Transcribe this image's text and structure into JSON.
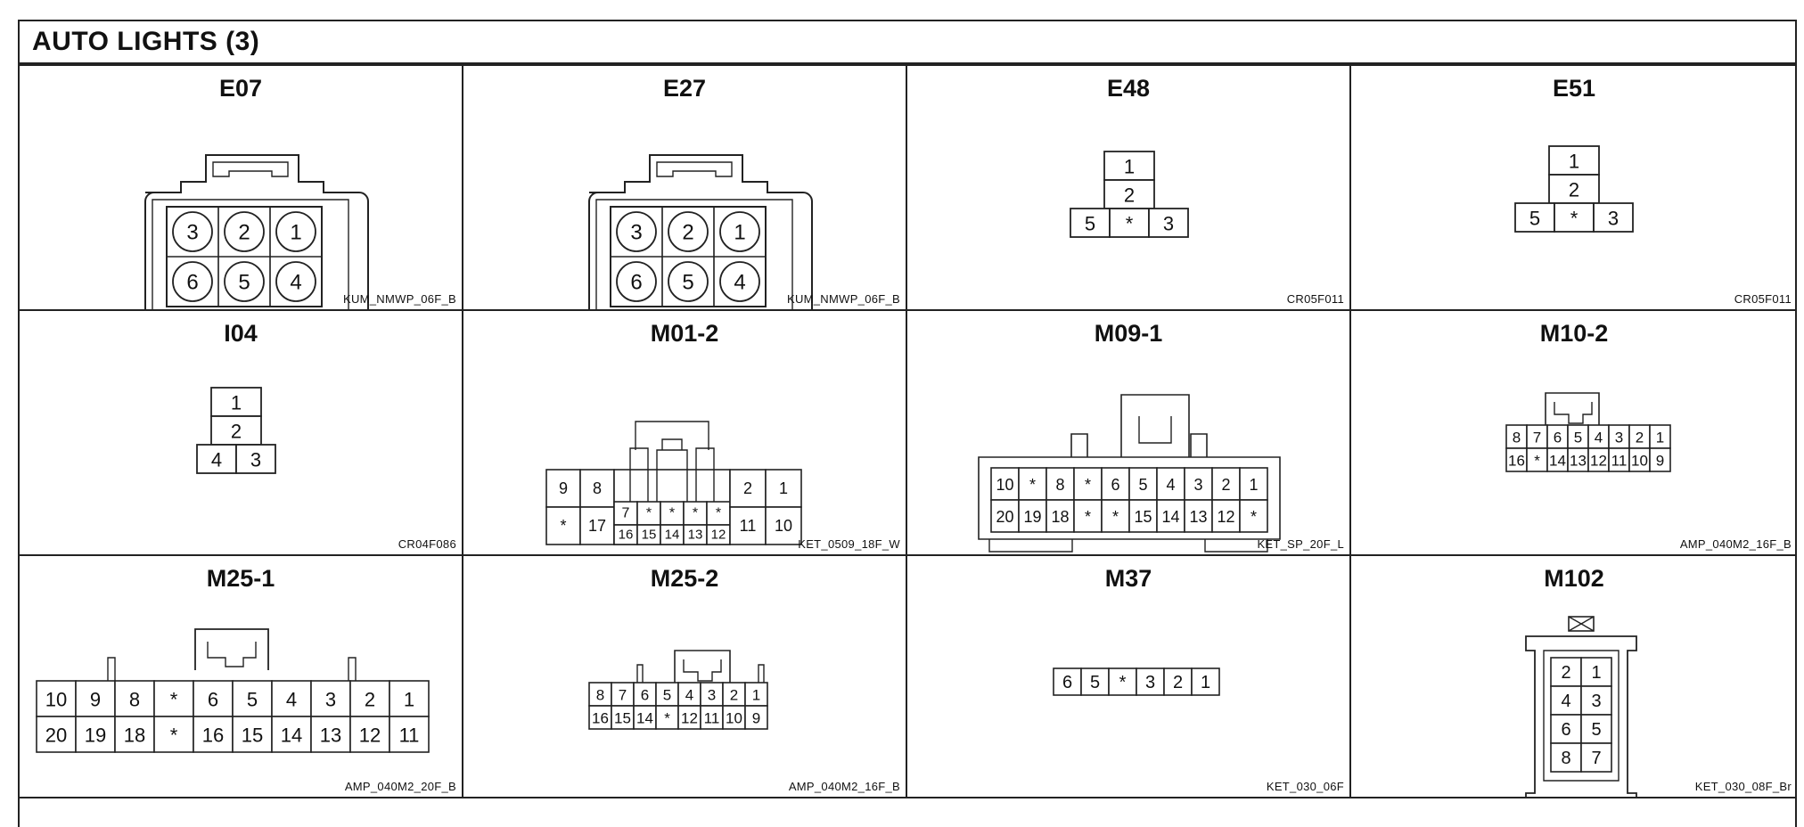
{
  "page_title": "AUTO LIGHTS (3)",
  "connectors": [
    {
      "name": "E07",
      "code": "KUM_NMWP_06F_B",
      "type": "round6",
      "pins": [
        [
          "3",
          "2",
          "1"
        ],
        [
          "6",
          "5",
          "4"
        ]
      ]
    },
    {
      "name": "E27",
      "code": "KUM_NMWP_06F_B",
      "type": "round6",
      "pins": [
        [
          "3",
          "2",
          "1"
        ],
        [
          "6",
          "5",
          "4"
        ]
      ]
    },
    {
      "name": "E48",
      "code": "CR05F011",
      "type": "stack5",
      "pins": [
        [
          "1"
        ],
        [
          "2"
        ],
        [
          "5",
          "*",
          "3"
        ]
      ]
    },
    {
      "name": "E51",
      "code": "CR05F011",
      "type": "stack5",
      "pins": [
        [
          "1"
        ],
        [
          "2"
        ],
        [
          "5",
          "*",
          "3"
        ]
      ]
    },
    {
      "name": "I04",
      "code": "CR04F086",
      "type": "stack4",
      "pins": [
        [
          "1"
        ],
        [
          "2"
        ],
        [
          "4",
          "3"
        ]
      ]
    },
    {
      "name": "M01-2",
      "code": "KET_0509_18F_W",
      "type": "m01",
      "pins": {
        "left_top": [
          "9",
          "8"
        ],
        "left_bot": [
          "*",
          "17"
        ],
        "mid_top": [
          "7",
          "*",
          "*",
          "*",
          "*"
        ],
        "mid_bot": [
          "16",
          "15",
          "14",
          "13",
          "12"
        ],
        "right_top": [
          "2",
          "1"
        ],
        "right_bot": [
          "11",
          "10"
        ]
      }
    },
    {
      "name": "M09-1",
      "code": "KET_SP_20F_L",
      "type": "grid",
      "pins": [
        [
          "10",
          "*",
          "8",
          "*",
          "6",
          "5",
          "4",
          "3",
          "2",
          "1"
        ],
        [
          "20",
          "19",
          "18",
          "*",
          "*",
          "15",
          "14",
          "13",
          "12",
          "*"
        ]
      ]
    },
    {
      "name": "M10-2",
      "code": "AMP_040M2_16F_B",
      "type": "grid",
      "pins": [
        [
          "8",
          "7",
          "6",
          "5",
          "4",
          "3",
          "2",
          "1"
        ],
        [
          "16",
          "*",
          "14",
          "13",
          "12",
          "11",
          "10",
          "9"
        ]
      ]
    },
    {
      "name": "M25-1",
      "code": "AMP_040M2_20F_B",
      "type": "grid",
      "pins": [
        [
          "10",
          "9",
          "8",
          "*",
          "6",
          "5",
          "4",
          "3",
          "2",
          "1"
        ],
        [
          "20",
          "19",
          "18",
          "*",
          "16",
          "15",
          "14",
          "13",
          "12",
          "11"
        ]
      ]
    },
    {
      "name": "M25-2",
      "code": "AMP_040M2_16F_B",
      "type": "grid",
      "pins": [
        [
          "8",
          "7",
          "6",
          "5",
          "4",
          "3",
          "2",
          "1"
        ],
        [
          "16",
          "15",
          "14",
          "*",
          "12",
          "11",
          "10",
          "9"
        ]
      ]
    },
    {
      "name": "M37",
      "code": "KET_030_06F",
      "type": "grid",
      "pins": [
        [
          "6",
          "5",
          "*",
          "3",
          "2",
          "1"
        ]
      ]
    },
    {
      "name": "M102",
      "code": "KET_030_08F_Br",
      "type": "m102",
      "pins": [
        [
          "2",
          "1"
        ],
        [
          "4",
          "3"
        ],
        [
          "6",
          "5"
        ],
        [
          "8",
          "7"
        ]
      ]
    }
  ]
}
